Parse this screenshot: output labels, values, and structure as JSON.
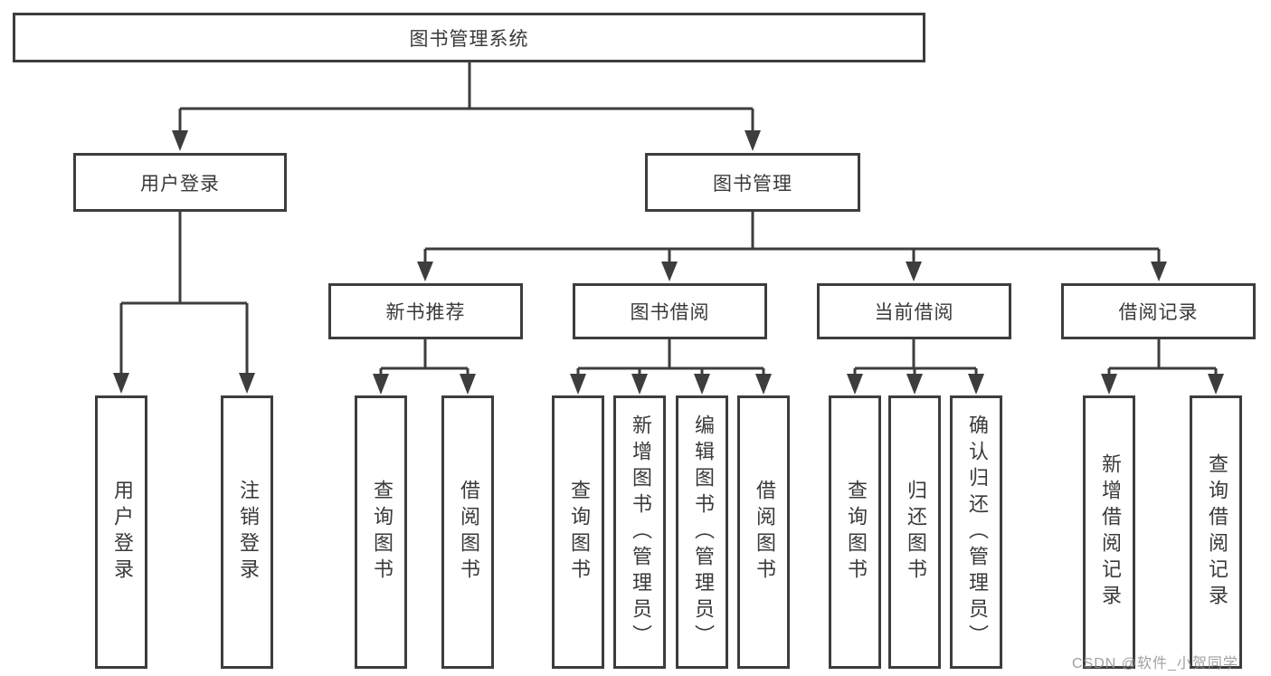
{
  "diagram": {
    "title": "图书管理系统",
    "nodes": {
      "root": "图书管理系统",
      "user_login": "用户登录",
      "book_management": "图书管理",
      "new_book_recommend": "新书推荐",
      "book_borrowing": "图书借阅",
      "current_borrowing": "当前借阅",
      "borrowing_records": "借阅记录",
      "leaf_user_login": "用户登录",
      "leaf_logout": "注销登录",
      "leaf_nb_query_books": "查询图书",
      "leaf_nb_borrow_books": "借阅图书",
      "leaf_bb_query_books": "查询图书",
      "leaf_bb_add_books": "新增图书（管理员）",
      "leaf_bb_edit_books": "编辑图书（管理员）",
      "leaf_bb_borrow_books": "借阅图书",
      "leaf_cb_query_books": "查询图书",
      "leaf_cb_return_books": "归还图书",
      "leaf_cb_confirm_return": "确认归还（管理员）",
      "leaf_br_add_record": "新增借阅记录",
      "leaf_br_query_record": "查询借阅记录"
    },
    "hierarchy": {
      "图书管理系统": {
        "用户登录": [
          "用户登录",
          "注销登录"
        ],
        "图书管理": {
          "新书推荐": [
            "查询图书",
            "借阅图书"
          ],
          "图书借阅": [
            "查询图书",
            "新增图书（管理员）",
            "编辑图书（管理员）",
            "借阅图书"
          ],
          "当前借阅": [
            "查询图书",
            "归还图书",
            "确认归还（管理员）"
          ],
          "借阅记录": [
            "新增借阅记录",
            "查询借阅记录"
          ]
        }
      }
    }
  },
  "watermark": {
    "text": "CSDN @软件_小贺同学"
  },
  "colors": {
    "line": "#3d3d3d",
    "text": "#3a3a3a",
    "background": "#ffffff",
    "watermark": "#919191"
  }
}
